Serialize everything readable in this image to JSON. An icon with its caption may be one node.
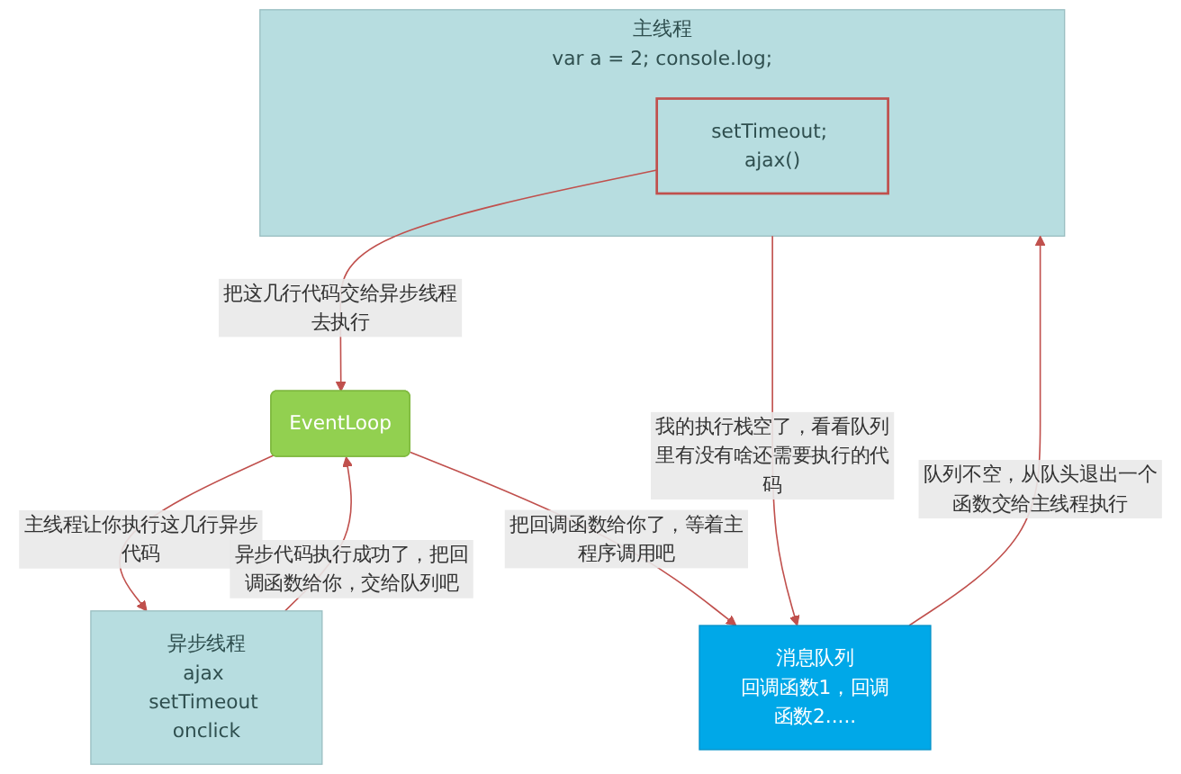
{
  "diagram": {
    "nodes": [
      {
        "text": [
          "主线程",
          "var a = 2; console.log;"
        ]
      },
      {
        "text": [
          "setTimeout; ajax()"
        ],
        "in": 0
      },
      {
        "text": [
          "异步线程",
          "ajax setTimeout onclick"
        ]
      },
      {
        "text": [
          "EventLoop"
        ]
      },
      {
        "text": [
          "消息队列",
          "回调函数1，回调函数2....."
        ]
      }
    ],
    "edges": [
      {
        "from": 1,
        "to": 3,
        "arrow": "to",
        "label": "把这几行代码交给异步线程去执行"
      },
      {
        "from": 3,
        "to": 2,
        "arrow": "to",
        "label": "主线程让你执行这几行异步代码"
      },
      {
        "from": 2,
        "to": 3,
        "arrow": "to",
        "label": "异步代码执行成功了，把回调函数给你，交给队列吧"
      },
      {
        "from": 3,
        "to": 4,
        "arrow": "to",
        "label": "把回调函数给你了，等着主程序调用吧"
      },
      {
        "from": 0,
        "to": 4,
        "arrow": "to",
        "label": "我的执行栈空了，看看队列里有没有啥还需要执行的代码"
      },
      {
        "from": 4,
        "to": 0,
        "arrow": "to",
        "label": "队列不空，从队头退出一个函数交给主线程执行"
      }
    ]
  }
}
